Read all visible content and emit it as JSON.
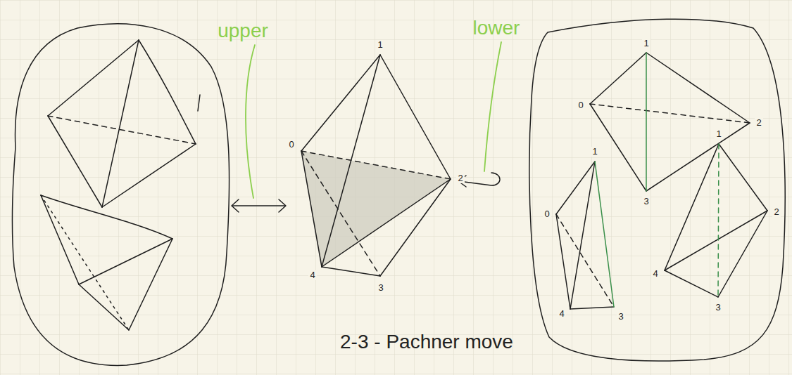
{
  "diagram": {
    "caption": "2-3 - Pachner move",
    "labels": [
      "upper",
      "lower",
      "1",
      "0",
      "2",
      "4",
      "3",
      "1",
      "0",
      "2",
      "3",
      "1",
      "0",
      "4",
      "3",
      "1",
      "2",
      "4",
      "3"
    ]
  }
}
